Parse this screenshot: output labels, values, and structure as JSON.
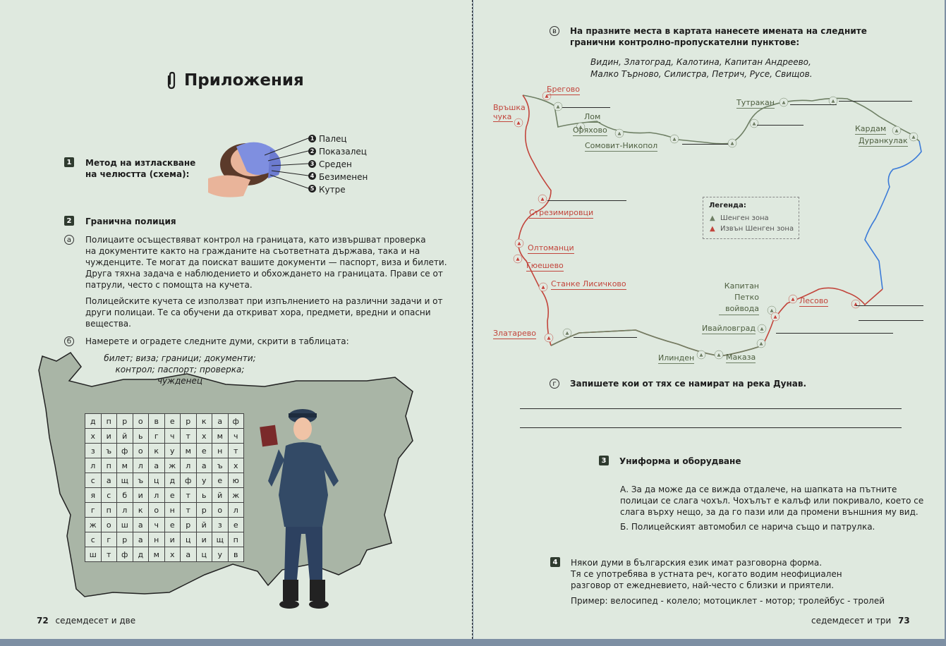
{
  "left": {
    "heading": "Приложения",
    "ex1": {
      "num": "1",
      "text_line1": "Метод на изтласкване",
      "text_line2": "на челюстта (схема):"
    },
    "fingers": [
      "Палец",
      "Показалец",
      "Среден",
      "Безименен",
      "Кутре"
    ],
    "ex2": {
      "num": "2",
      "title": "Гранична полиция",
      "a_label": "а",
      "a_lines": [
        "Полицаите осъществяват контрол на границата, като извършват проверка",
        "на документите както на гражданите на съответната държава, така и на",
        "чужденците. Те могат да поискат вашите документи — паспорт, виза и билети.",
        "Друга тяхна задача е наблюдението и обхождането на границата. Прави се от",
        "патрули, често с помощта на кучета."
      ],
      "a2_lines": [
        "Полицейските кучета се използват при изпълнението на различни задачи и от",
        "други полицаи. Те са обучени да откриват хора, предмети, вредни и опасни",
        "вещества."
      ],
      "b_label": "б",
      "b_text": "Намерете и оградете следните думи, скрити в таблицата:",
      "words_lines": [
        "билет; виза; граници; документи;",
        "контрол; паспорт; проверка;",
        "чужденец"
      ],
      "grid": [
        [
          "д",
          "п",
          "р",
          "о",
          "в",
          "е",
          "р",
          "к",
          "а",
          "ф"
        ],
        [
          "х",
          "и",
          "й",
          "ь",
          "г",
          "ч",
          "т",
          "х",
          "м",
          "ч"
        ],
        [
          "з",
          "ъ",
          "ф",
          "о",
          "к",
          "у",
          "м",
          "е",
          "н",
          "т"
        ],
        [
          "л",
          "п",
          "м",
          "л",
          "а",
          "ж",
          "л",
          "а",
          "ъ",
          "х"
        ],
        [
          "с",
          "а",
          "щ",
          "ъ",
          "ц",
          "д",
          "ф",
          "у",
          "е",
          "ю"
        ],
        [
          "я",
          "с",
          "б",
          "и",
          "л",
          "е",
          "т",
          "ь",
          "й",
          "ж"
        ],
        [
          "г",
          "п",
          "л",
          "к",
          "о",
          "н",
          "т",
          "р",
          "о",
          "л"
        ],
        [
          "ж",
          "о",
          "ш",
          "а",
          "ч",
          "е",
          "р",
          "й",
          "з",
          "е"
        ],
        [
          "с",
          "г",
          "р",
          "а",
          "н",
          "и",
          "ц",
          "и",
          "щ",
          "п"
        ],
        [
          "ш",
          "т",
          "ф",
          "д",
          "м",
          "х",
          "а",
          "ц",
          "у",
          "в"
        ]
      ]
    },
    "footer": {
      "num": "72",
      "text": "седемдесет и две"
    }
  },
  "right": {
    "ex_v": {
      "label": "в",
      "lines": [
        "На празните места в картата нанесете имената на следните",
        "гранични контролно-пропускателни пунктове:"
      ],
      "list_lines": [
        "Видин, Златоград, Калотина, Капитан Андреево,",
        "Малко Търново, Силистра, Петрич, Русе, Свищов."
      ]
    },
    "map": {
      "cities_green": [
        "Лом",
        "Оряхово",
        "Сомовит-Никопол",
        "Тутракан",
        "Кардам",
        "Дуранкулак",
        "Капитан",
        "Петко",
        "войвода",
        "Ивайловград",
        "Илинден",
        "Маказа"
      ],
      "cities_red": [
        "Брегово",
        "Връшка",
        "чука",
        "Стрезимировци",
        "Олтоманци",
        "Гюешево",
        "Станке Лисичково",
        "Златарево",
        "Лесово"
      ],
      "legend_title": "Легенда:",
      "legend_schengen": "Шенген зона",
      "legend_outside": "Извън Шенген зона",
      "color_schengen": "#6e7f64",
      "color_outside": "#c2453c",
      "color_danube": "#3b7bd8"
    },
    "ex_g": {
      "label": "г",
      "text": "Запишете кои от тях се намират на река Дунав."
    },
    "ex3": {
      "num": "3",
      "title": "Униформа и оборудване",
      "a_lines": [
        "А. За да може да се вижда отдалече, на шапката на пътните",
        "полицаи се слага чохъл. Чохълът е калъф или покривало, което се",
        "слага върху нещо, за да го пази или да промени външния му вид."
      ],
      "b_line": "Б. Полицейският автомобил се нарича също и патрулка."
    },
    "ex4": {
      "num": "4",
      "lines": [
        "Някои думи в българския език имат разговорна форма.",
        "Тя се употребява в устната реч, когато водим неофициален",
        "разговор от ежедневието, най-често с близки и приятели."
      ],
      "example": "Пример: велосипед - колело; мотоциклет - мотор; тролейбус - тролей"
    },
    "footer": {
      "num": "73",
      "text": "седемдесет и три"
    }
  }
}
